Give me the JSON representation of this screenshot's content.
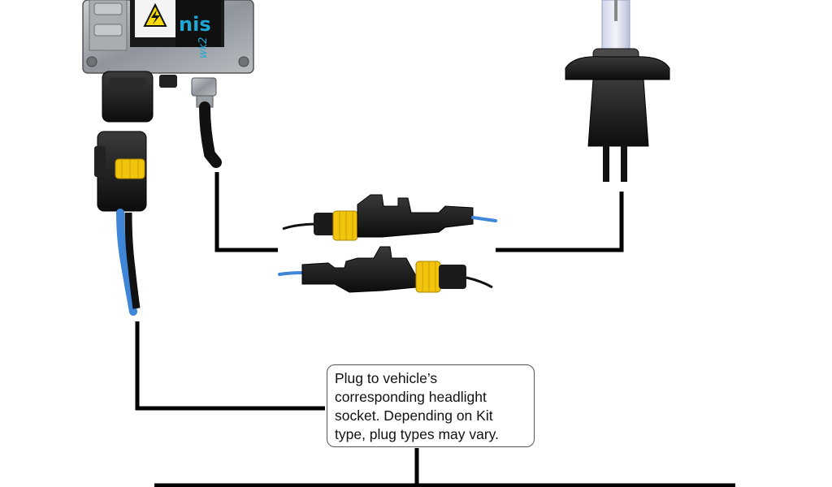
{
  "diagram": {
    "ballast_label_partial": "nis",
    "ballast_model_partial": "wk2",
    "callout_text": "Plug to vehicle’s corresponding headlight socket.  Depending on Kit type, plug types may vary."
  },
  "colors": {
    "wire_black": "#111111",
    "wire_blue": "#3f86d8",
    "connector_yellow": "#f2c40c",
    "ballast_silver": "#9ea3a8",
    "label_cyan": "#1fa8d6",
    "warning_yellow": "#f5d90a"
  },
  "icons": [
    "high-voltage-warning-icon"
  ]
}
